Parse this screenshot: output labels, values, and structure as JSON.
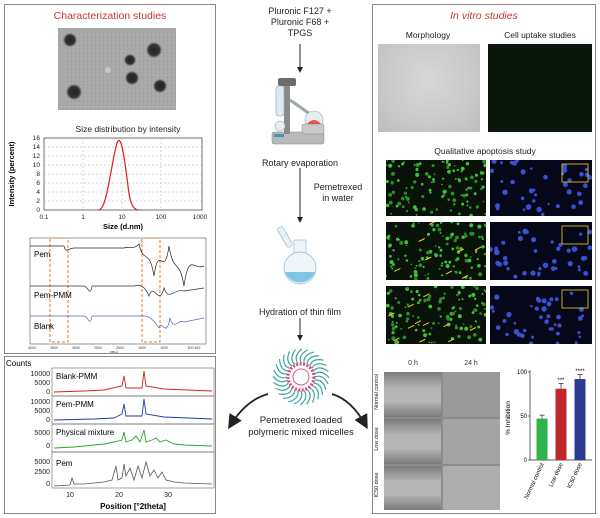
{
  "left_panel": {
    "title": "Characterization studies",
    "size_chart": {
      "title": "Size distribution by intensity",
      "ylabel": "Intensity (percent)",
      "xlabel": "Size (d.nm)",
      "yticks": [
        "16",
        "14",
        "12",
        "10",
        "8",
        "6",
        "4",
        "2",
        "0"
      ],
      "xticks": [
        "0.1",
        "1",
        "10",
        "100",
        "1000"
      ]
    },
    "ftir": {
      "labels": [
        "Pem",
        "Pem-PMM",
        "Blank"
      ],
      "xticks": [
        "4000",
        "3500",
        "3000",
        "2500",
        "2000",
        "1500",
        "1000",
        "500 400"
      ],
      "xunit": "cm-1"
    }
  },
  "center": {
    "ingredients": [
      "Pluronic F127 +",
      "Pluronic F68 +",
      "TPGS"
    ],
    "step1": "Rotary evaporation",
    "arrow_note": [
      "Pemetrexed",
      "in water"
    ],
    "step2": "Hydration of thin film",
    "product": [
      "Pemetrexed loaded",
      "polymeric mixed micelles"
    ]
  },
  "right_panel": {
    "title": "In vitro studies",
    "morphology": "Morphology",
    "cell_uptake": "Cell uptake studies",
    "apoptosis": "Qualitative apoptosis study",
    "migration_cols": [
      "0 h",
      "24 h"
    ],
    "migration_rows": [
      "Normal control",
      "Low dose",
      "IC50 dose"
    ],
    "bar_chart": {
      "type": "bar",
      "ylabel": "% Inhibition",
      "categories": [
        "Normal control",
        "Low dose",
        "IC50 dose"
      ],
      "values": [
        47,
        81,
        92
      ],
      "errors": [
        4,
        6,
        5
      ],
      "colors": [
        "#2db34a",
        "#c0272d",
        "#2b3a93"
      ],
      "significance": [
        "",
        "***",
        "****"
      ],
      "yticks": [
        "0",
        "50",
        "100"
      ],
      "ylim": [
        0,
        100
      ]
    }
  },
  "xrd": {
    "ylabel": "Counts",
    "xlabel": "Position [°2theta]",
    "yticks": [
      "10000",
      "5000",
      "2500",
      "0"
    ],
    "xticks": [
      "10",
      "20",
      "30"
    ],
    "series": [
      {
        "name": "Blank-PMM",
        "color": "#d42424"
      },
      {
        "name": "Pem-PMM",
        "color": "#1f3aa6"
      },
      {
        "name": "Physical mixture",
        "color": "#2aa52a"
      },
      {
        "name": "Pem",
        "color": "#555555"
      }
    ]
  }
}
